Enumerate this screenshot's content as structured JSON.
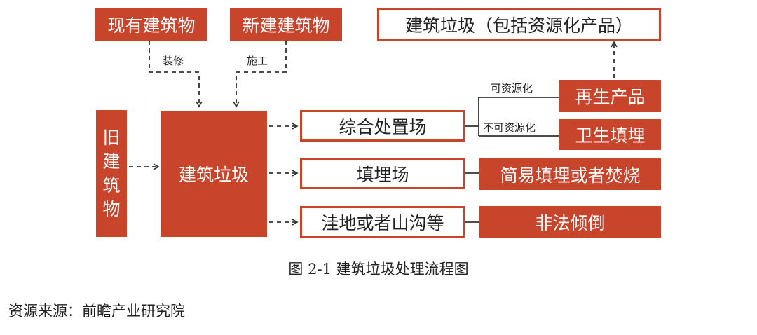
{
  "nodes": {
    "existing_buildings": "现有建筑物",
    "new_buildings": "新建建筑物",
    "final_waste": "建筑垃圾（包括资源化产品）",
    "old_buildings": [
      "旧",
      "建",
      "筑",
      "物"
    ],
    "construction_waste": "建筑垃圾",
    "treatment_site": "综合处置场",
    "landfill_site": "填埋场",
    "lowland": "洼地或者山沟等",
    "recycled_products": "再生产品",
    "sanitary_landfill": "卫生填埋",
    "simple_landfill": "简易填埋或者焚烧",
    "illegal_dumping": "非法倾倒"
  },
  "edge_labels": {
    "renovation": "装修",
    "construction": "施工",
    "recyclable": "可资源化",
    "non_recyclable": "不可资源化"
  },
  "colors": {
    "accent": "#C8452B",
    "text": "#222222",
    "arrow": "#333333"
  },
  "caption": "图 2-1  建筑垃圾处理流程图",
  "source": "资源来源：前瞻产业研究院"
}
